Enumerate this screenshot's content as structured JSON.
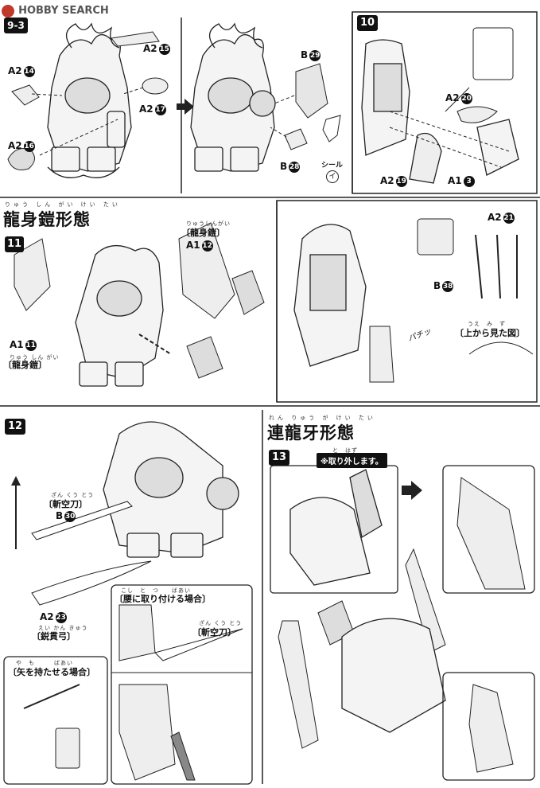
{
  "watermark": {
    "logo_text": "HOBBY SEARCH"
  },
  "step_9_3": {
    "step": "9-3",
    "labels": [
      {
        "part": "A2",
        "num": "15"
      },
      {
        "part": "A2",
        "num": "14"
      },
      {
        "part": "A2",
        "num": "17"
      },
      {
        "part": "A2",
        "num": "16"
      },
      {
        "part": "B",
        "num": "29"
      },
      {
        "part": "B",
        "num": "28"
      }
    ],
    "seal_label": "シール",
    "seal_mark": "イ"
  },
  "step_10": {
    "step": "10",
    "labels": [
      {
        "part": "A2",
        "num": "20"
      },
      {
        "part": "A2",
        "num": "19"
      },
      {
        "part": "A1",
        "num": "3"
      }
    ]
  },
  "step_11": {
    "step": "11",
    "section_title": "龍身鎧形態",
    "section_ruby": "りゅう しん がい けい たい",
    "labels": [
      {
        "part": "A1",
        "num": "12"
      },
      {
        "part": "A1",
        "num": "11"
      },
      {
        "part": "A2",
        "num": "21"
      },
      {
        "part": "B",
        "num": "38"
      }
    ],
    "name_top": "〔龍身鎧〕",
    "name_top_ruby": "りゅうしんがい",
    "name_bottom": "〔龍身鎧〕",
    "name_bottom_ruby": "りゅう しん がい",
    "view_from_top": "〔上から見た図〕",
    "view_ruby": "うえ　み　ず",
    "sfx": "パチッ"
  },
  "step_12": {
    "step": "12",
    "labels": [
      {
        "part": "B",
        "num": "30"
      },
      {
        "part": "A2",
        "num": "23"
      }
    ],
    "blade_name": "〔斬空刀〕",
    "blade_ruby": "ざん くう とう",
    "bow_name": "〔鋭貫弓〕",
    "bow_ruby": "えい かん きゅう",
    "waist_case": "〔腰に取り付ける場合〕",
    "waist_ruby": "こし　と　つ　　ばあい",
    "waist_blade": "〔斬空刀〕",
    "waist_blade_ruby": "ざん くう とう",
    "arrow_case": "〔矢を持たせる場合〕",
    "arrow_ruby": "や　も　　　ばあい"
  },
  "step_13": {
    "step": "13",
    "section_title": "連龍牙形態",
    "section_ruby": "れん りゅう が けい たい",
    "note": "※取り外します。",
    "note_ruby": "と　はず"
  }
}
